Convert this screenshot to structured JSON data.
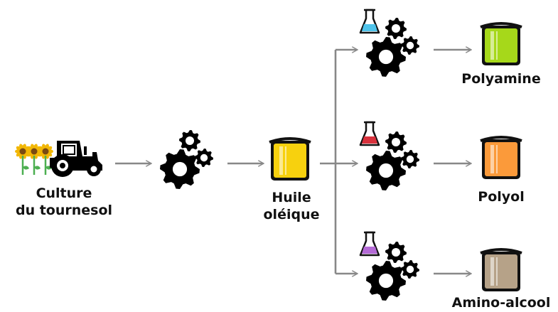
{
  "nodes": {
    "source": {
      "line1": "Culture",
      "line2": "du tournesol"
    },
    "oil": {
      "line1": "Huile",
      "line2": "oléique"
    },
    "products": [
      {
        "label": "Polyamine",
        "liquid_color": "#a6d81a",
        "flask_color": "#4fc3ea"
      },
      {
        "label": "Polyol",
        "liquid_color": "#fb9a3a",
        "flask_color": "#d8313c"
      },
      {
        "label": "Amino-alcool",
        "liquid_color": "#b6a288",
        "flask_color": "#b46ad6"
      }
    ]
  },
  "colors": {
    "arrow": "#888888",
    "oil_liquid": "#f7d10e",
    "icon": "#000000",
    "sunflower_petal": "#f2b705",
    "sunflower_center": "#7a4a12",
    "stem": "#4caf50"
  },
  "icons": [
    "tractor-icon",
    "sunflower-icon",
    "gears-icon",
    "barrel-icon",
    "flask-icon"
  ]
}
